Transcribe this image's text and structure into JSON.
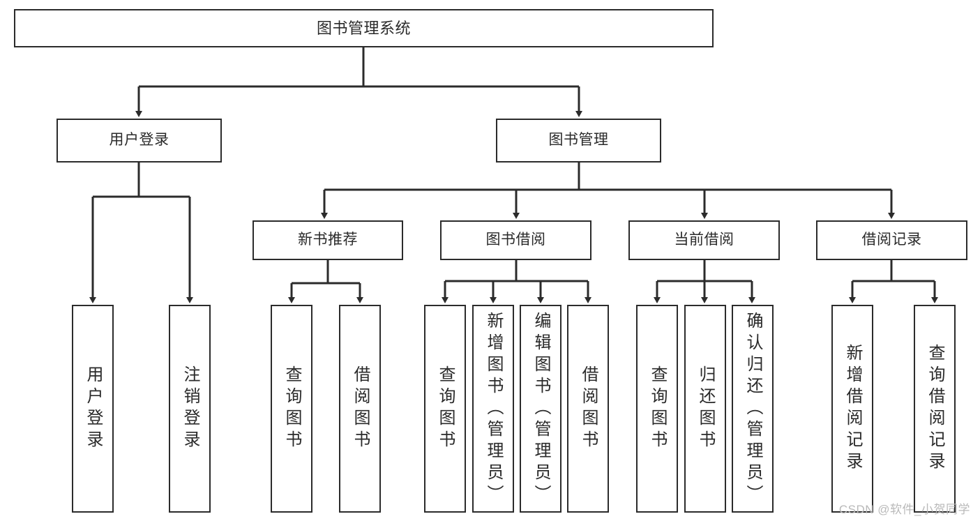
{
  "diagram": {
    "title": "图书管理系统",
    "watermark": "CSDN @软件_小贺同学",
    "colors": {
      "box_border": "#2b2b2b",
      "box_fill": "#ffffff",
      "edge": "#2b2b2b",
      "text": "#2a2a2a",
      "watermark": "#b9b9b9"
    },
    "nodes": {
      "root": {
        "label": "图书管理系统"
      },
      "user_login": {
        "label": "用户登录"
      },
      "book_manage": {
        "label": "图书管理"
      },
      "new_book_rec": {
        "label": "新书推荐"
      },
      "book_borrow": {
        "label": "图书借阅"
      },
      "current_borrow": {
        "label": "当前借阅"
      },
      "borrow_record": {
        "label": "借阅记录"
      },
      "leaf_user_login": {
        "label": "用户登录"
      },
      "leaf_logout": {
        "label": "注销登录"
      },
      "leaf_query_book_a": {
        "label": "查询图书"
      },
      "leaf_borrow_book_a": {
        "label": "借阅图书"
      },
      "leaf_query_book_b": {
        "label": "查询图书"
      },
      "leaf_add_book": {
        "label": "新增图书（管理员）"
      },
      "leaf_edit_book": {
        "label": "编辑图书（管理员）"
      },
      "leaf_borrow_book_b": {
        "label": "借阅图书"
      },
      "leaf_query_book_c": {
        "label": "查询图书"
      },
      "leaf_return_book": {
        "label": "归还图书"
      },
      "leaf_confirm_return": {
        "label": "确认归还（管理员）"
      },
      "leaf_add_record": {
        "label": "新增借阅记录"
      },
      "leaf_query_record": {
        "label": "查询借阅记录"
      }
    }
  }
}
